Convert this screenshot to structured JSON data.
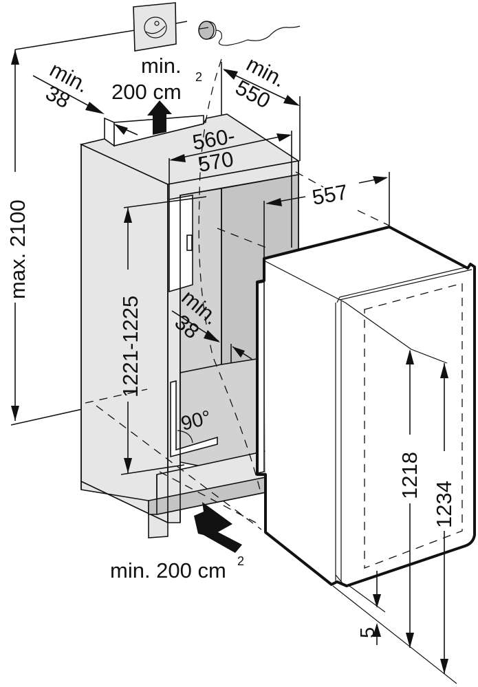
{
  "title": "Built-in niche installation dimensions",
  "units": "mm",
  "colors": {
    "line": "#111111",
    "niche_light": "#e6e6e6",
    "niche_mid": "#d2d2d2",
    "niche_dark": "#c4c4c4",
    "background": "#ffffff"
  },
  "icons": {
    "socket": "power-socket-icon",
    "plug": "power-plug-icon",
    "airflow_up": "airflow-up-arrow-icon",
    "airflow_in": "airflow-in-arrow-icon"
  },
  "dimensions": {
    "max_height": {
      "label": "max. 2100"
    },
    "top_clearance_left": {
      "line1": "min.",
      "line2": "38"
    },
    "top_vent": {
      "line1": "min.",
      "line2": "200 cm",
      "sup": "2"
    },
    "depth_min": {
      "line1": "min.",
      "line2": "550"
    },
    "niche_width": {
      "line1": "560-",
      "line2": "570"
    },
    "appliance_width": {
      "label": "557"
    },
    "niche_height": {
      "label": "1221-1225"
    },
    "side_clearance": {
      "line1": "min.",
      "line2": "38"
    },
    "hinge_angle": {
      "label": "90°"
    },
    "bottom_vent": {
      "label": "min. 200 cm",
      "sup": "2"
    },
    "appliance_height": {
      "label": "1218"
    },
    "door_height": {
      "label": "1234"
    },
    "door_offset": {
      "label": "5"
    }
  }
}
